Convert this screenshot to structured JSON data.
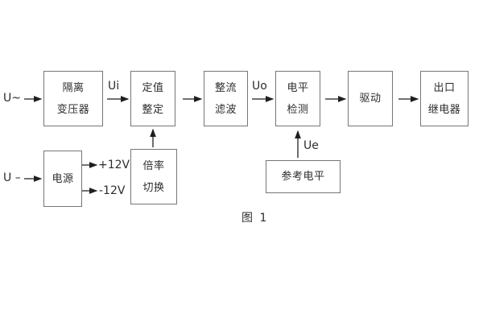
{
  "caption": "图 1",
  "colors": {
    "background": "#ffffff",
    "border": "#767676",
    "text": "#2d2d2d",
    "line": "#1f1f1f"
  },
  "blocks": {
    "isolation_transformer": {
      "line1": "隔离",
      "line2": "变压器"
    },
    "value_setting": {
      "line1": "定值",
      "line2": "整定"
    },
    "rectifier_filter": {
      "line1": "整流",
      "line2": "滤波"
    },
    "level_detection": {
      "line1": "电平",
      "line2": "检测"
    },
    "drive": {
      "label": "驱动"
    },
    "output_relay": {
      "line1": "出口",
      "line2": "继电器"
    },
    "power_supply": {
      "label": "电源"
    },
    "ratio_switch": {
      "line1": "倍率",
      "line2": "切换"
    },
    "reference_level": {
      "label": "参考电平"
    }
  },
  "signals": {
    "input_ac": "U~",
    "ui": "Ui",
    "uo": "Uo",
    "input_dc": "U –",
    "plus_12v": "+12V",
    "minus_12v": "-12V",
    "ue": "Ue"
  }
}
